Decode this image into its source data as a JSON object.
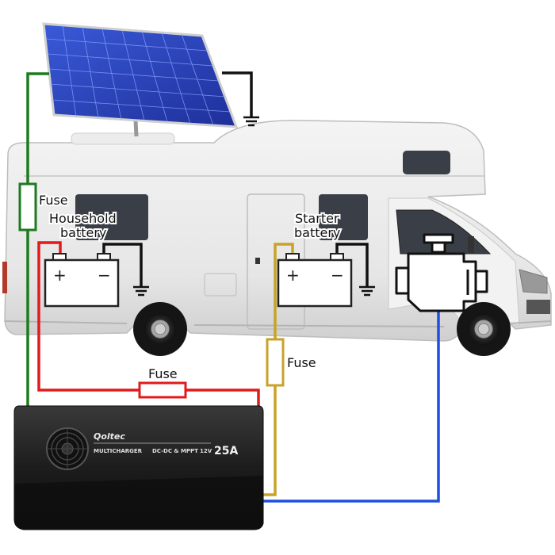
{
  "labels": {
    "fuse_solar": "Fuse",
    "household_line1": "Household",
    "household_line2": "battery",
    "starter_line1": "Starter",
    "starter_line2": "battery",
    "fuse_starter": "Fuse",
    "fuse_main": "Fuse"
  },
  "batteries": {
    "plus": "+",
    "minus": "−"
  },
  "device": {
    "brand": "Qoltec",
    "model": "MULTICHARGER",
    "mode": "DC-DC & MPPT",
    "voltage": "12V",
    "current": "25A"
  },
  "colors": {
    "solar_wire": "#1f7a1f",
    "household_wire": "#e01b1b",
    "starter_wire": "#c9a227",
    "engine_wire": "#1f4fe0",
    "ground_wire": "#111111"
  }
}
